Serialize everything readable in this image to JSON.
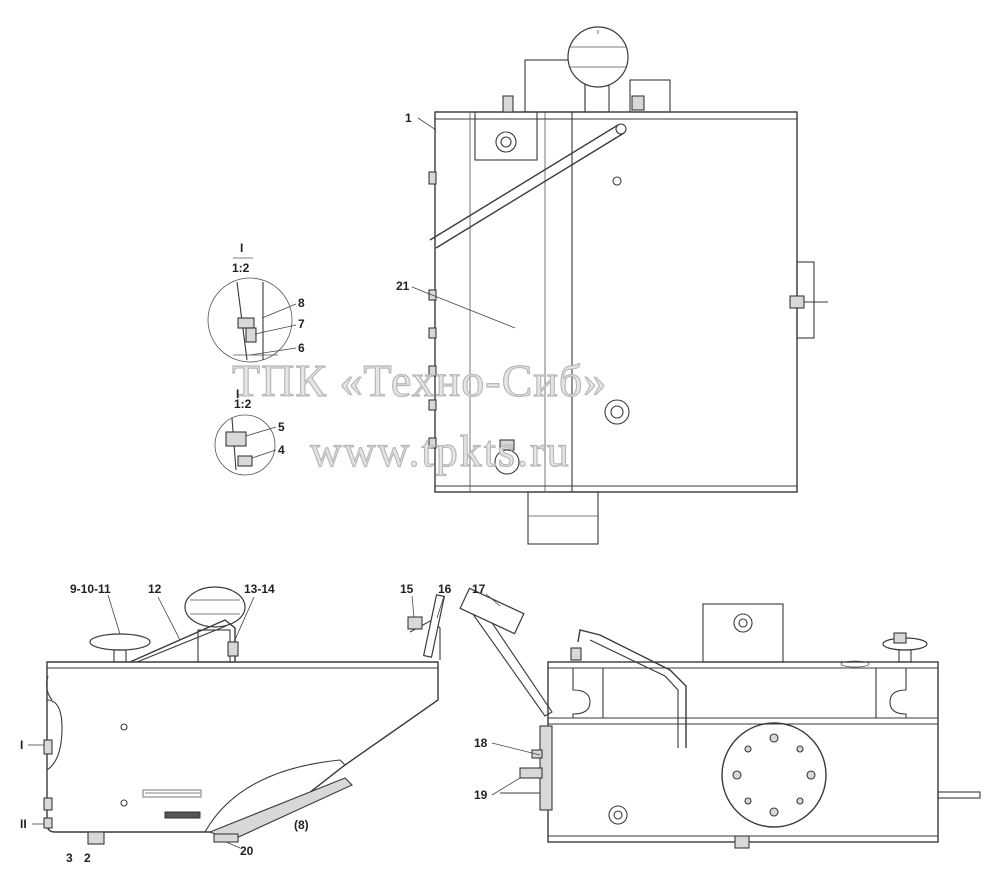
{
  "detail_view": {
    "title": "I",
    "scale_top": "1:2",
    "scale_bottom": "1:2"
  },
  "labels": {
    "l1": "1",
    "l21": "21",
    "l8": "8",
    "l7": "7",
    "l6": "6",
    "l5": "5",
    "l4": "4",
    "l9_10_11": "9-10-11",
    "l12": "12",
    "l13_14": "13-14",
    "l15": "15",
    "l16": "16",
    "l17": "17",
    "l18": "18",
    "l19": "19",
    "lI_upper": "I",
    "lII": "II",
    "l3": "3",
    "l2": "2",
    "l20": "20",
    "l8_ref": "(8)"
  },
  "watermark": {
    "line1": "ТПК «Техно-Сиб»",
    "line2": "www.tpkts.ru"
  }
}
